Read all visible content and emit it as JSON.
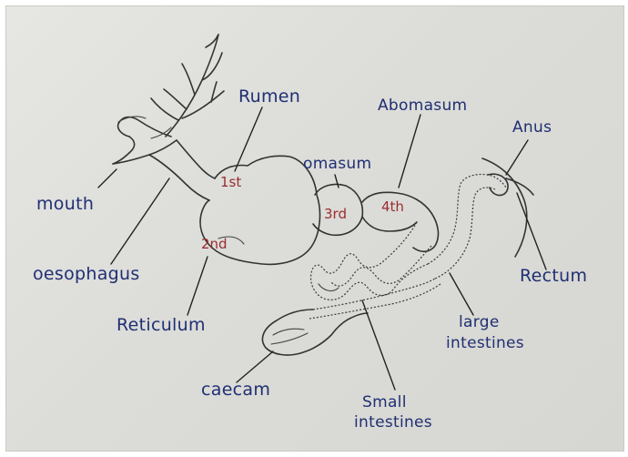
{
  "labels": {
    "rumen": "Rumen",
    "abomasum": "Abomasum",
    "anus": "Anus",
    "omasum": "omasum",
    "mouth": "mouth",
    "oesophagus": "oesophagus",
    "rectum": "Rectum",
    "reticulum": "Reticulum",
    "large_intestines_1": "large",
    "large_intestines_2": "intestines",
    "caecum": "caecam",
    "small_intestines_1": "Small",
    "small_intestines_2": "intestines"
  },
  "chambers": {
    "first": "1st",
    "second": "2nd",
    "third": "3rd",
    "fourth": "4th"
  },
  "colors": {
    "label_ink": "#1f2f73",
    "number_ink": "#9a2d30",
    "pencil": "#333333",
    "paper": "#dcdcd8"
  }
}
